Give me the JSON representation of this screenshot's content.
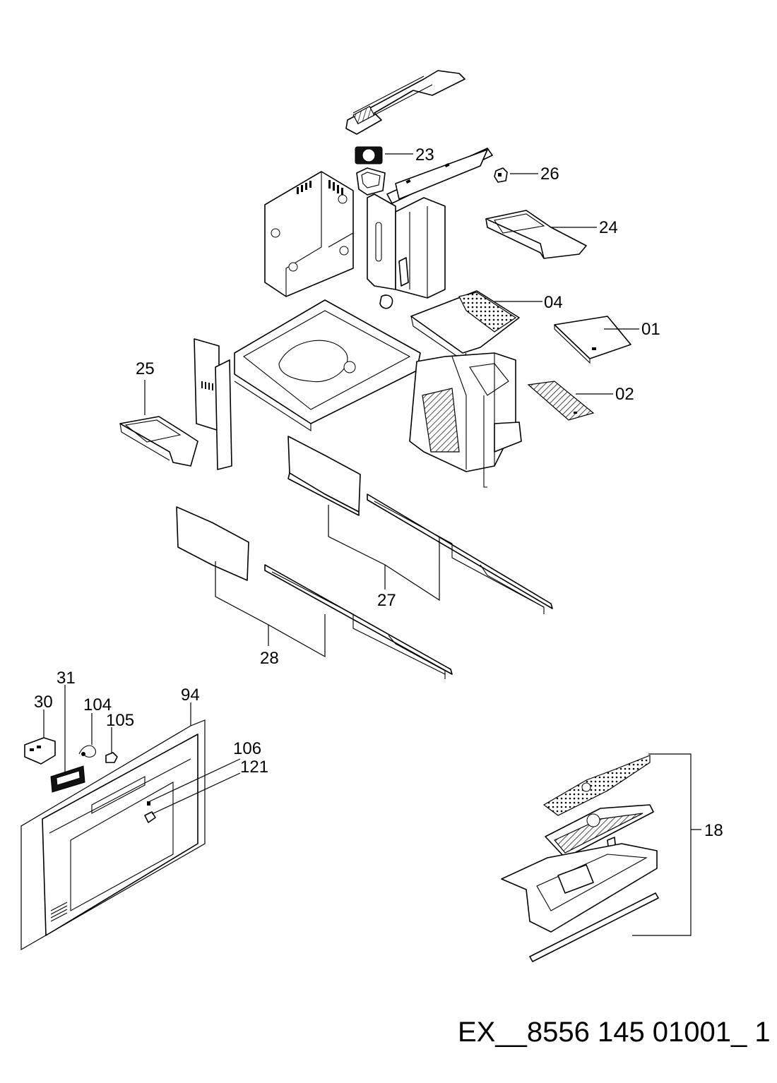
{
  "callouts": [
    {
      "id": "23",
      "label": "23"
    },
    {
      "id": "26",
      "label": "26"
    },
    {
      "id": "24",
      "label": "24"
    },
    {
      "id": "04",
      "label": "04"
    },
    {
      "id": "01",
      "label": "01"
    },
    {
      "id": "25",
      "label": "25"
    },
    {
      "id": "02",
      "label": "02"
    },
    {
      "id": "27",
      "label": "27"
    },
    {
      "id": "28",
      "label": "28"
    },
    {
      "id": "31",
      "label": "31"
    },
    {
      "id": "94",
      "label": "94"
    },
    {
      "id": "30",
      "label": "30"
    },
    {
      "id": "104",
      "label": "104"
    },
    {
      "id": "105",
      "label": "105"
    },
    {
      "id": "106",
      "label": "106"
    },
    {
      "id": "121",
      "label": "121"
    },
    {
      "id": "18",
      "label": "18"
    }
  ],
  "document_id": "EX__8556 145 01001_ 1"
}
